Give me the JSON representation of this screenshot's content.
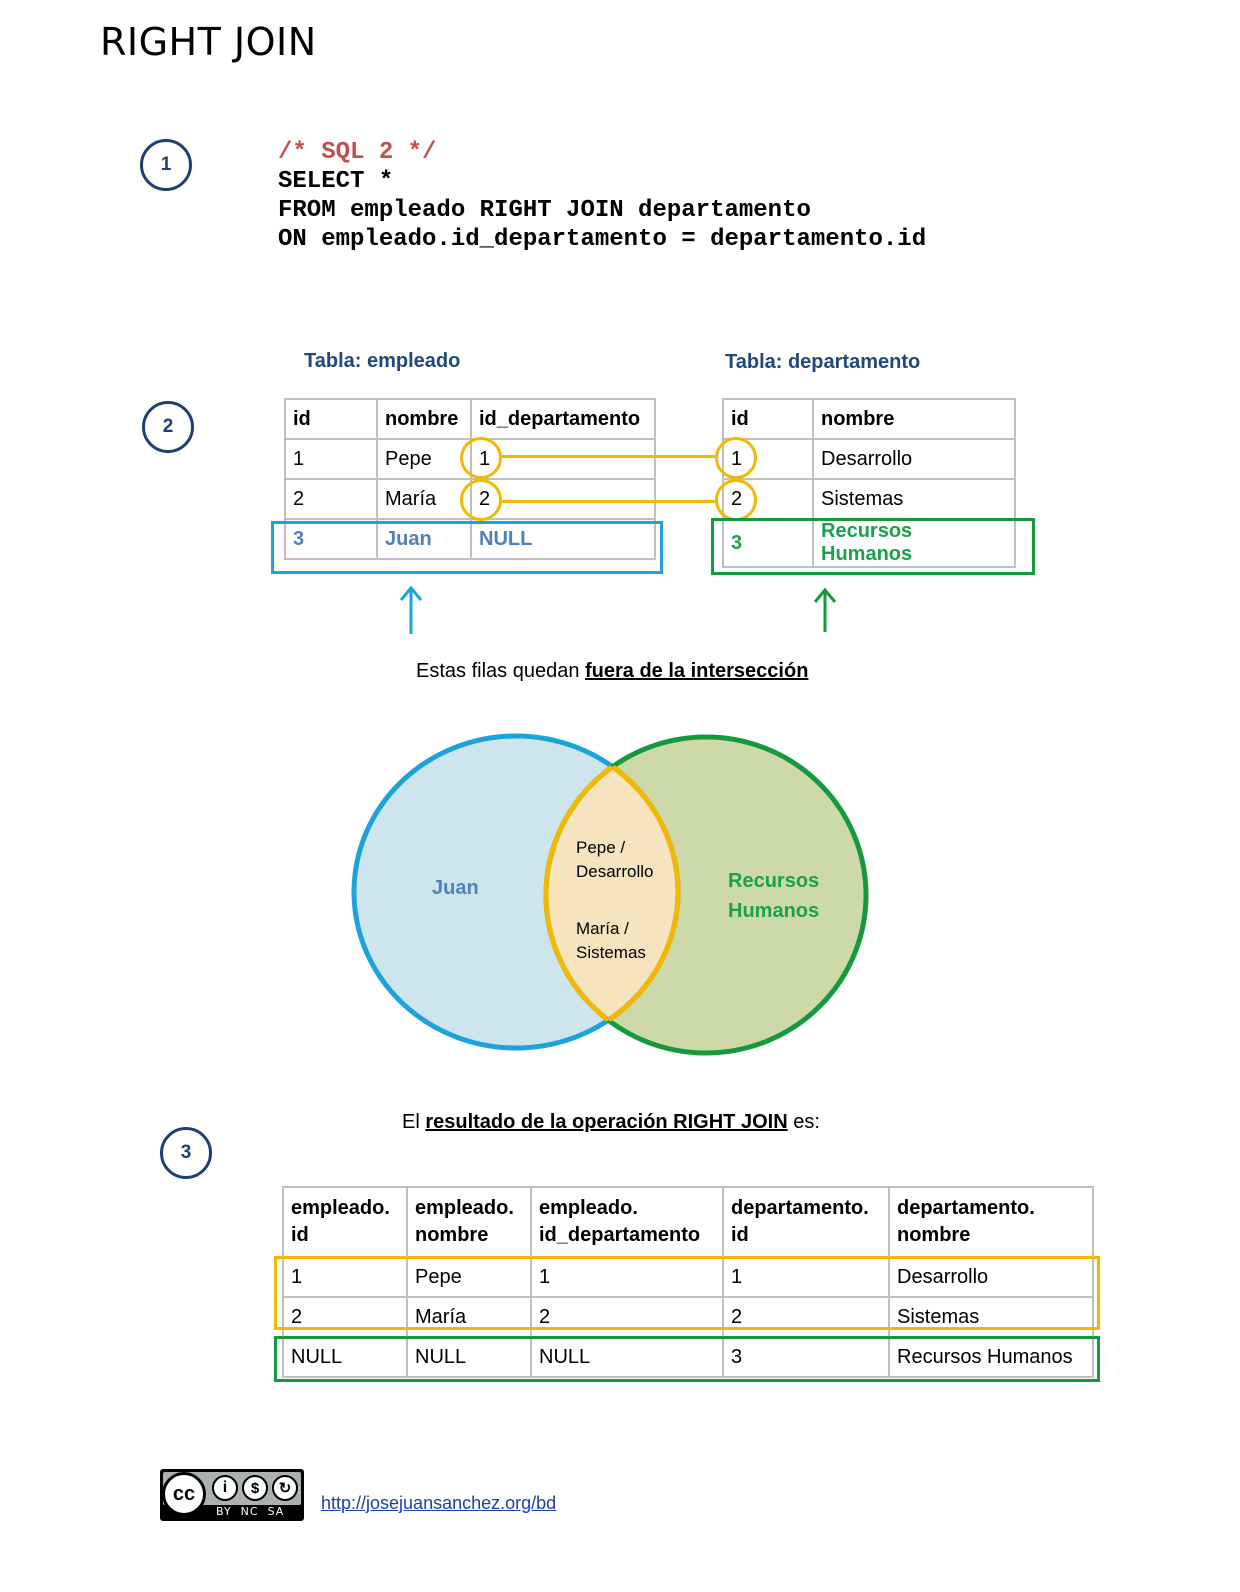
{
  "title": "RIGHT JOIN",
  "steps": [
    "1",
    "2",
    "3"
  ],
  "code": {
    "comment": "/* SQL 2 */",
    "line1": "SELECT *",
    "line2": "FROM empleado RIGHT JOIN departamento",
    "line3": "ON empleado.id_departamento = departamento.id"
  },
  "empleado": {
    "label": "Tabla: empleado",
    "headers": [
      "id",
      "nombre",
      "id_departamento"
    ],
    "rows": [
      [
        "1",
        "Pepe",
        "1"
      ],
      [
        "2",
        "María",
        "2"
      ],
      [
        "3",
        "Juan",
        "NULL"
      ]
    ]
  },
  "departamento": {
    "label": "Tabla: departamento",
    "headers": [
      "id",
      "nombre"
    ],
    "rows": [
      [
        "1",
        "Desarrollo"
      ],
      [
        "2",
        "Sistemas"
      ],
      [
        "3",
        "Recursos Humanos"
      ]
    ]
  },
  "outside_caption": {
    "prefix": "Estas filas quedan ",
    "emph": "fuera de la intersección"
  },
  "venn": {
    "left": "Juan",
    "right_line1": "Recursos",
    "right_line2": "Humanos",
    "inter1_line1": "Pepe /",
    "inter1_line2": "Desarrollo",
    "inter2_line1": "María /",
    "inter2_line2": "Sistemas"
  },
  "result_caption": {
    "prefix": "El ",
    "emph": "resultado de la operación RIGHT JOIN",
    "suffix": " es:"
  },
  "result": {
    "headers": [
      [
        "empleado.",
        "id"
      ],
      [
        "empleado.",
        "nombre"
      ],
      [
        "empleado.",
        "id_departamento"
      ],
      [
        "departamento.",
        "id"
      ],
      [
        "departamento.",
        "nombre"
      ]
    ],
    "rows": [
      [
        "1",
        "Pepe",
        "1",
        "1",
        "Desarrollo"
      ],
      [
        "2",
        "María",
        "2",
        "2",
        "Sistemas"
      ],
      [
        "NULL",
        "NULL",
        "NULL",
        "3",
        "Recursos Humanos"
      ]
    ]
  },
  "license": {
    "cc": "cc",
    "by": "BY",
    "nc": "NC",
    "sa": "SA"
  },
  "footer_link": "http://josejuansanchez.org/bd",
  "colors": {
    "blue": "#1ca3dc",
    "green": "#149a3c",
    "yellow": "#f5b800",
    "navy": "#1f3f73"
  }
}
